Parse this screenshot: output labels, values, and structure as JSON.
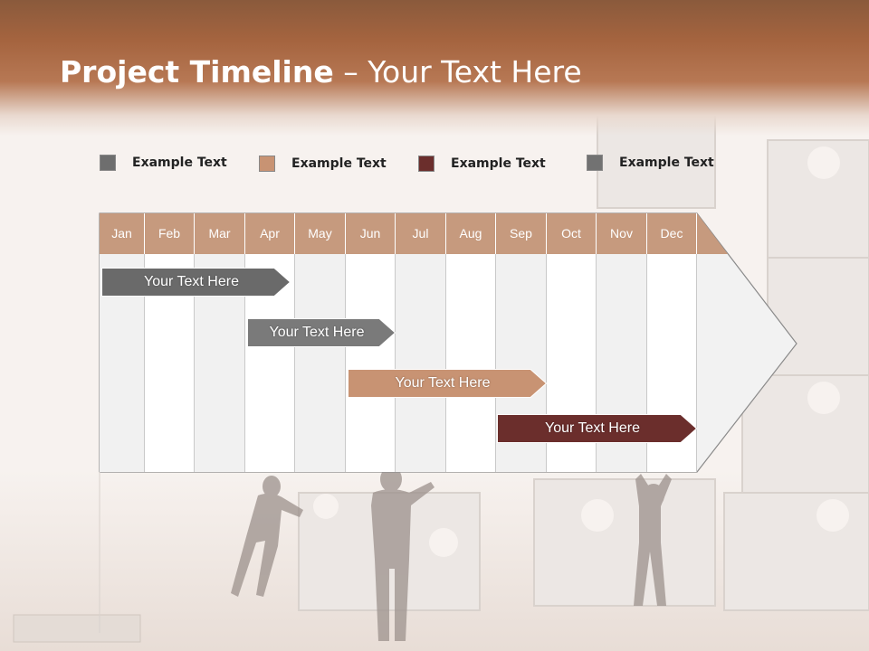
{
  "slide": {
    "title_bold": "Project Timeline",
    "title_rest": " – Your Text Here"
  },
  "legend": [
    {
      "label": "Example Text",
      "color": "#6e6e6e"
    },
    {
      "label": "Example Text",
      "color": "#c89373"
    },
    {
      "label": "Example Text",
      "color": "#6b2e2c"
    },
    {
      "label": "Example Text",
      "color": "#727272"
    }
  ],
  "months": [
    "Jan",
    "Feb",
    "Mar",
    "Apr",
    "May",
    "Jun",
    "Jul",
    "Aug",
    "Sep",
    "Oct",
    "Nov",
    "Dec"
  ],
  "tasks": [
    {
      "label": "Your  Text Here",
      "color": "#6a6a6a",
      "start": "Jan",
      "end": "Apr"
    },
    {
      "label": "Your  Text Here",
      "color": "#7a7a7a",
      "start": "Apr",
      "end": "Jun"
    },
    {
      "label": "Your  Text Here",
      "color": "#c89373",
      "start": "Jun",
      "end": "Sep"
    },
    {
      "label": "Your  Text Here",
      "color": "#6b2e2c",
      "start": "Sep",
      "end": "Dec"
    }
  ],
  "colors": {
    "header_band": "#a5643f",
    "month_header": "#c69a7e"
  }
}
